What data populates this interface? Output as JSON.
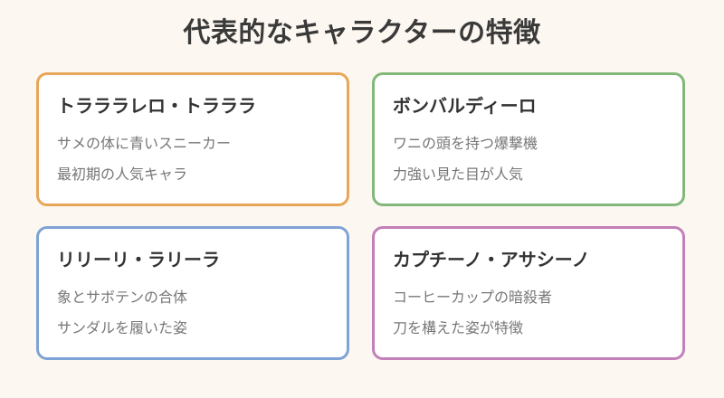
{
  "title": "代表的なキャラクターの特徴",
  "characters": [
    {
      "name": "トラララレロ・トラララ",
      "lines": [
        "サメの体に青いスニーカー",
        "最初期の人気キャラ"
      ],
      "border_color": "#e8a658"
    },
    {
      "name": "ボンバルディーロ",
      "lines": [
        "ワニの頭を持つ爆撃機",
        "力強い見た目が人気"
      ],
      "border_color": "#82b77a"
    },
    {
      "name": "リリーリ・ラリーラ",
      "lines": [
        "象とサボテンの合体",
        "サンダルを履いた姿"
      ],
      "border_color": "#7fa3d6"
    },
    {
      "name": "カプチーノ・アサシーノ",
      "lines": [
        "コーヒーカップの暗殺者",
        "刀を構えた姿が特徴"
      ],
      "border_color": "#c27fb9"
    }
  ]
}
